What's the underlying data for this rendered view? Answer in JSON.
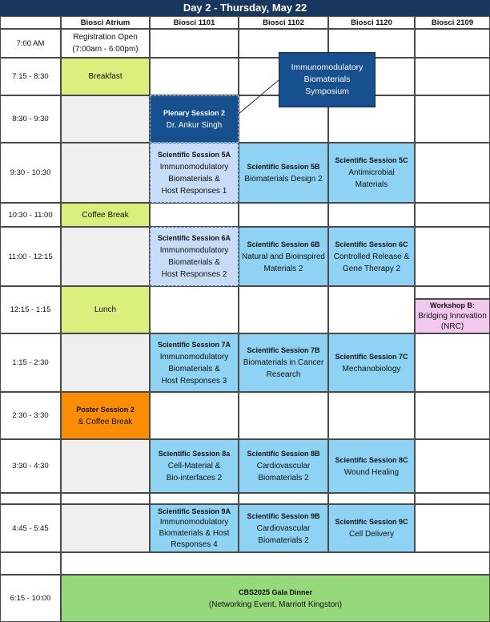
{
  "title": "Day 2 - Thursday, May 22",
  "headers": [
    "Biosci Atrium",
    "Biosci 1101",
    "Biosci 1102",
    "Biosci 1120",
    "Biosci 2109"
  ],
  "times": {
    "t700": "7:00 AM",
    "t715": "7:15 - 8:30",
    "t830": "8:30 - 9:30",
    "t930": "9:30 - 10:30",
    "t1030": "10:30 - 11:00",
    "t1100": "11:00 - 12:15",
    "t1215": "12:15 - 1:15",
    "t115": "1:15 - 2:30",
    "t230": "2:30 - 3:30",
    "t330": "3:30 - 4:30",
    "t445": "4:45 - 5:45",
    "t615": "6:15 - 10:00"
  },
  "events": {
    "registration": {
      "title": "Registration Open",
      "detail": "(7:00am - 6:00pm)"
    },
    "breakfast": "Breakfast",
    "plenary": {
      "title": "Plenary Session 2",
      "detail": "Dr. Ankur Singh"
    },
    "s5a": {
      "title": "Scientific Session 5A",
      "l1": "Immunomodulatory",
      "l2": "Biomaterials &",
      "l3": "Host Responses 1"
    },
    "s5b": {
      "title": "Scientific Session 5B",
      "l1": "Biomaterials Design 2"
    },
    "s5c": {
      "title": "Scientific Session 5C",
      "l1": "Antimicrobial",
      "l2": "Materials"
    },
    "coffee": "Coffee Break",
    "s6a": {
      "title": "Scientific Session 6A",
      "l1": "Immunomodulatory",
      "l2": "Biomaterials &",
      "l3": "Host Responses 2"
    },
    "s6b": {
      "title": "Scientific Session 6B",
      "l1": "Natural and Bioinspired",
      "l2": "Materials 2"
    },
    "s6c": {
      "title": "Scientific Session 6C",
      "l1": "Controlled Release &",
      "l2": "Gene Therapy 2"
    },
    "lunch": "Lunch",
    "workshop": {
      "title": "Workshop B:",
      "l1": "Bridging Innovation",
      "l2": "(NRC)"
    },
    "s7a": {
      "title": "Scientific Session 7A",
      "l1": "Immunomodulatory",
      "l2": "Biomaterials &",
      "l3": "Host Responses 3"
    },
    "s7b": {
      "title": "Scientific Session 7B",
      "l1": "Biomaterials in Cancer",
      "l2": "Research"
    },
    "s7c": {
      "title": "Scientific Session 7C",
      "l1": "Mechanobiology"
    },
    "poster": {
      "title": "Poster Session 2",
      "detail": "& Coffee Break"
    },
    "s8a": {
      "title": "Scientific Session 8a",
      "l1": "Cell-Material &",
      "l2": "Bio-interfaces 2"
    },
    "s8b": {
      "title": "Scientific Session 8B",
      "l1": "Cardiovascular",
      "l2": "Biomaterials 2"
    },
    "s8c": {
      "title": "Scientific Session 8C",
      "l1": "Wound Healing"
    },
    "s9a": {
      "title": "Scientific Session 9A",
      "l1": "Immunomodulatory",
      "l2": "Biomaterials & Host",
      "l3": "Responses 4"
    },
    "s9b": {
      "title": "Scientific Session 9B",
      "l1": "Cardiovascular",
      "l2": "Biomaterials 2"
    },
    "s9c": {
      "title": "Scientific Session 9C",
      "l1": "Cell Delivery"
    },
    "gala": {
      "title": "CBS2025 Gala Dinner",
      "detail": "(Networking Event, Marriott Kingston)"
    }
  },
  "callout": {
    "l1": "Immunomodulatory",
    "l2": "Biomaterials",
    "l3": "Symposium"
  },
  "colors": {
    "banner": "#17375e",
    "meal_green": "#d9f07d",
    "session_blue": "#8ed3f3",
    "symposium_light_blue": "#c7dcf6",
    "plenary_navy": "#17508f",
    "poster_orange": "#fb8d03",
    "workshop_pink": "#f2c8ec",
    "gala_green": "#96d97a",
    "empty_gray": "#efefef"
  }
}
